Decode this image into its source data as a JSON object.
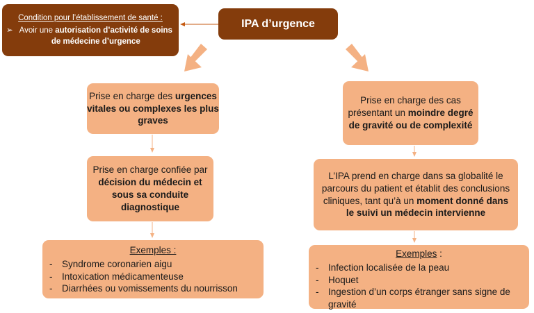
{
  "condition": {
    "title": "Condition pour l’établissement de santé :",
    "bullet": "➢",
    "item_plain": "Avoir une ",
    "item_bold": "autorisation d’activité de soins de médecine d’urgence"
  },
  "main_title": "IPA d’urgence",
  "left": {
    "box1": {
      "plain": "Prise en charge des ",
      "bold": "urgences vitales ou complexes les plus graves"
    },
    "box2": {
      "plain": "Prise en charge confiée par ",
      "bold": "décision du médecin et sous sa conduite diagnostique"
    },
    "examples": {
      "title": "Exemples :",
      "items": [
        "Syndrome coronarien aigu",
        "Intoxication médicamenteuse",
        "Diarrhées ou vomissements du nourrisson"
      ]
    }
  },
  "right": {
    "box1": {
      "plain": "Prise en charge des cas présentant un ",
      "bold": "moindre degré de gravité ou de complexité"
    },
    "box2": {
      "plain": "L’IPA prend en charge dans sa globalité le parcours du patient et établit des conclusions cliniques, tant qu’à un ",
      "bold": "moment donné dans le suivi un médecin intervienne"
    },
    "examples": {
      "title": "Exemples",
      "title_suffix": " :",
      "items": [
        "Infection localisée de la peau",
        "Hoquet",
        "Ingestion d’un corps étranger sans signe de gravité"
      ]
    }
  },
  "colors": {
    "dark_box": "#843c0c",
    "light_box": "#f4b183",
    "arrow": "#f4b183",
    "connector": "#c55a11"
  },
  "dash": "-"
}
